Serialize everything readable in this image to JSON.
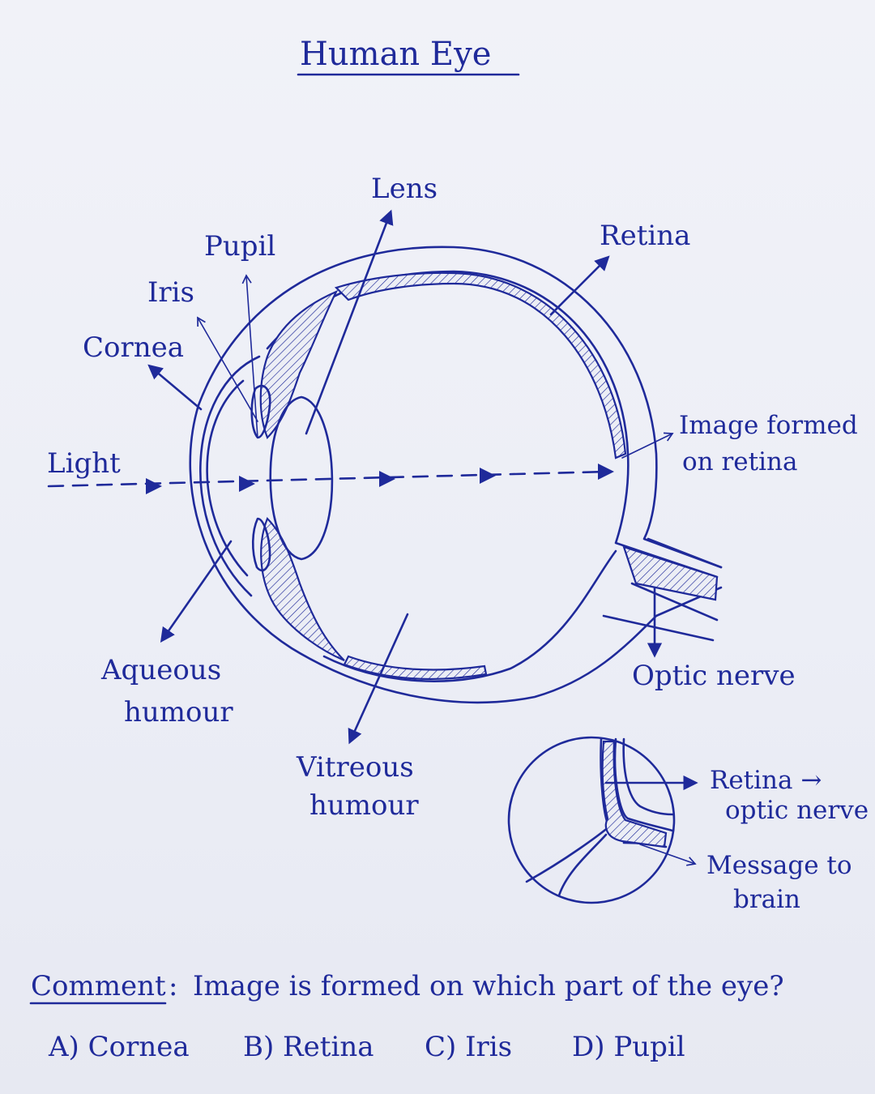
{
  "title": "Human Eye",
  "labels": {
    "lens": "Lens",
    "retina": "Retina",
    "pupil": "Pupil",
    "iris": "Iris",
    "cornea": "Cornea",
    "light": "Light",
    "image_formed_1": "Image formed",
    "image_formed_2": "on retina",
    "aqueous_1": "Aqueous",
    "aqueous_2": "humour",
    "optic_nerve": "Optic nerve",
    "vitreous_1": "Vitreous",
    "vitreous_2": "humour"
  },
  "inset": {
    "retina_optic_1": "Retina →",
    "retina_optic_2": "optic nerve",
    "message_1": "Message to",
    "message_2": "brain"
  },
  "question": {
    "prefix": "Comment",
    "colon": ":",
    "text": "Image is formed on which part of the eye?",
    "options": [
      "A) Cornea",
      "B) Retina",
      "C) Iris",
      "D) Pupil"
    ]
  },
  "colors": {
    "ink": "#1f2a9a",
    "paper": "#eceef5"
  }
}
